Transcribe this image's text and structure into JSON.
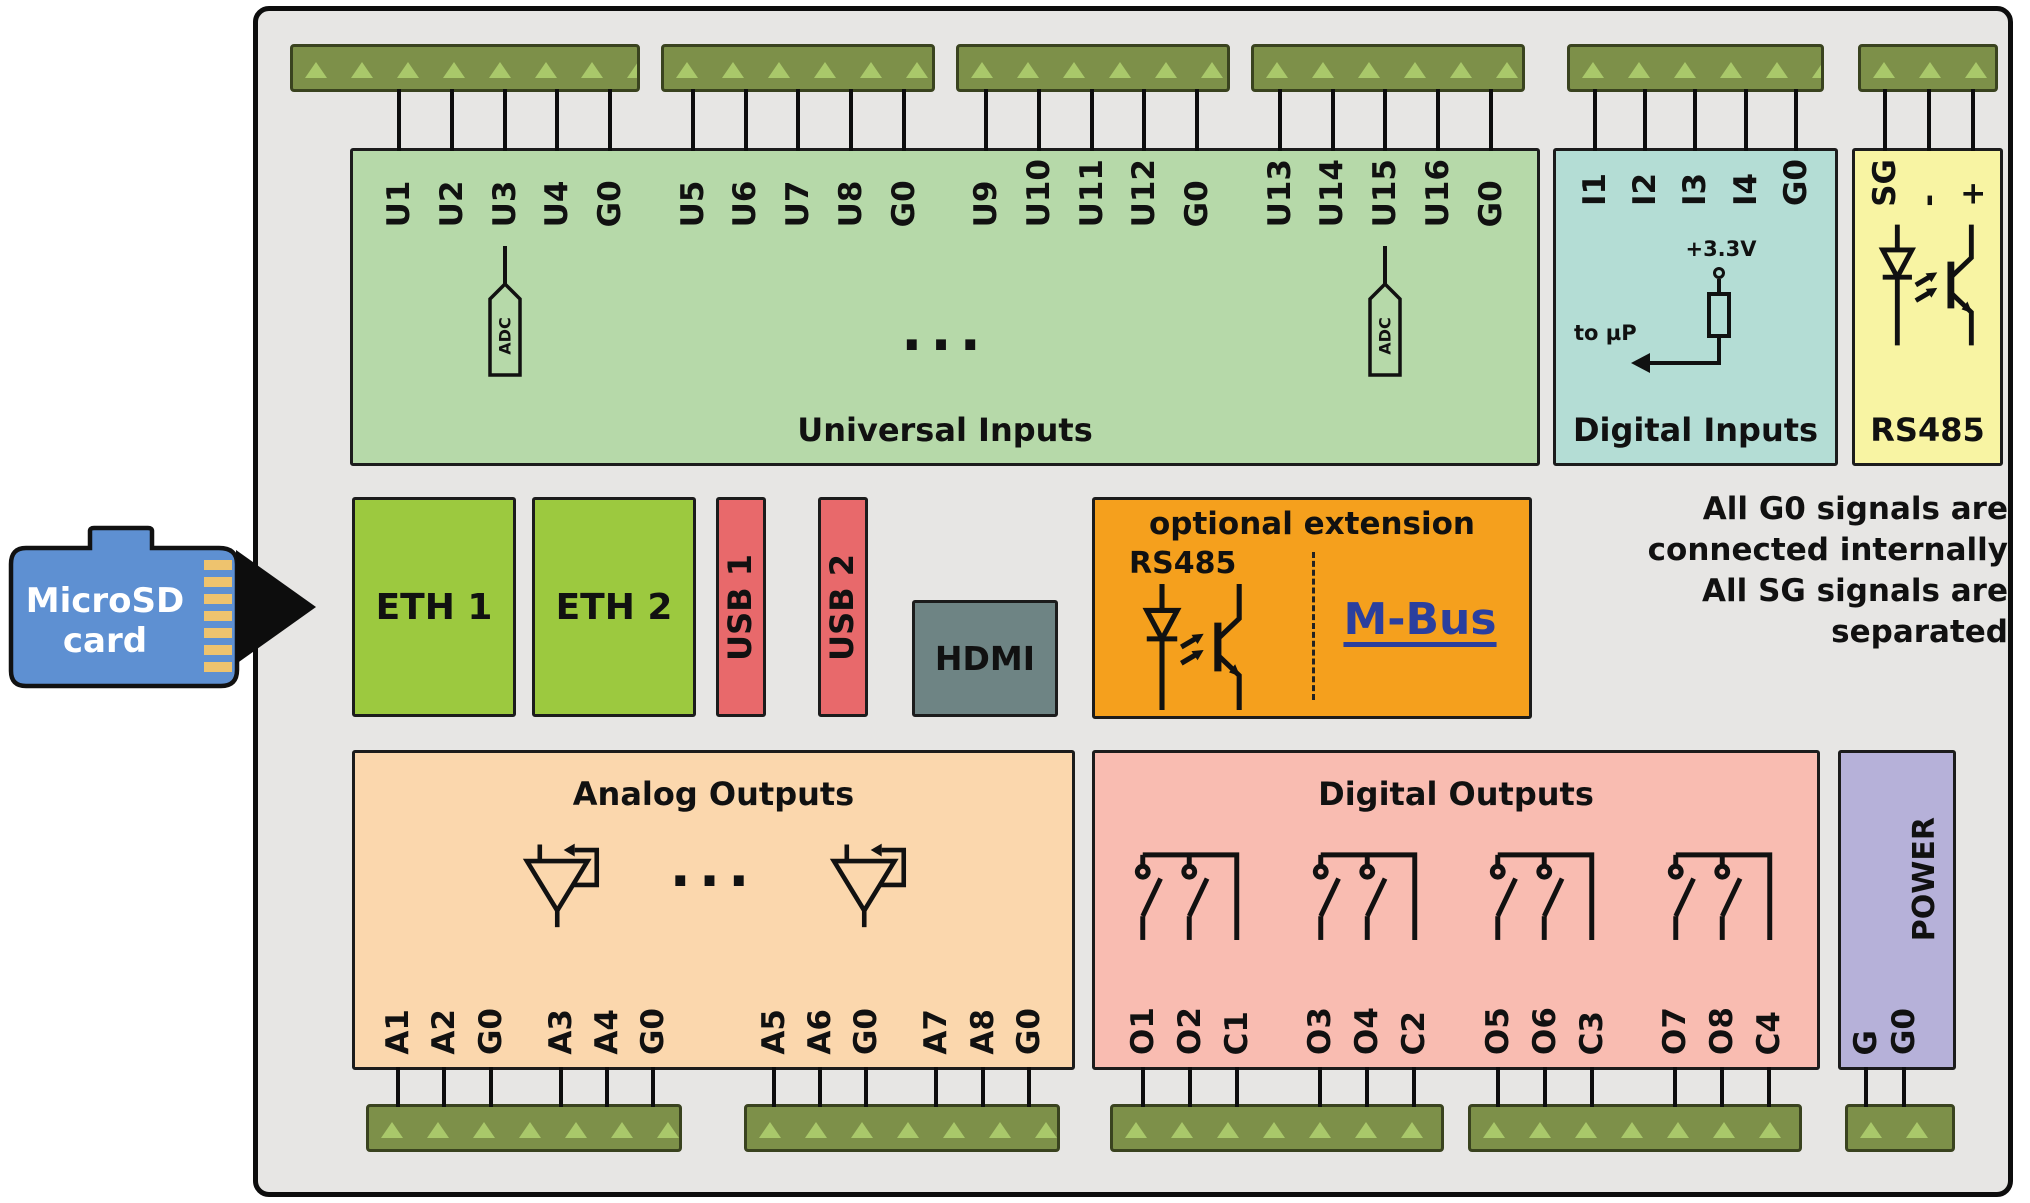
{
  "microsd": {
    "label_line1": "MicroSD",
    "label_line2": "card"
  },
  "universal_inputs": {
    "title": "Universal Inputs",
    "pins": [
      "U1",
      "U2",
      "U3",
      "U4",
      "G0",
      "U5",
      "U6",
      "U7",
      "U8",
      "G0",
      "U9",
      "U10",
      "U11",
      "U12",
      "G0",
      "U13",
      "U14",
      "U15",
      "U16",
      "G0"
    ],
    "adc_label": "ADC",
    "ellipsis": "..."
  },
  "digital_inputs": {
    "title": "Digital Inputs",
    "pins": [
      "I1",
      "I2",
      "I3",
      "I4",
      "G0"
    ],
    "supply_label": "+3.3V",
    "mcu_label": "to µP"
  },
  "rs485": {
    "title": "RS485",
    "pins": [
      "SG",
      "-",
      "+"
    ]
  },
  "ports": {
    "eth1": "ETH 1",
    "eth2": "ETH 2",
    "usb1": "USB 1",
    "usb2": "USB 2",
    "hdmi": "HDMI"
  },
  "extension": {
    "title": "optional extension",
    "rs485_label": "RS485",
    "mbus_label": "M-Bus"
  },
  "note": {
    "lines": [
      "All G0 signals are",
      "connected internally",
      "All SG signals are",
      "separated"
    ]
  },
  "analog_outputs": {
    "title": "Analog Outputs",
    "ellipsis": "...",
    "pins": [
      "A1",
      "A2",
      "G0",
      "A3",
      "A4",
      "G0",
      "A5",
      "A6",
      "G0",
      "A7",
      "A8",
      "G0"
    ]
  },
  "digital_outputs": {
    "title": "Digital Outputs",
    "pins": [
      "O1",
      "O2",
      "C1",
      "O3",
      "O4",
      "C2",
      "O5",
      "O6",
      "C3",
      "O7",
      "O8",
      "C4"
    ]
  },
  "power": {
    "title": "POWER",
    "pins": [
      "G",
      "G0"
    ]
  }
}
